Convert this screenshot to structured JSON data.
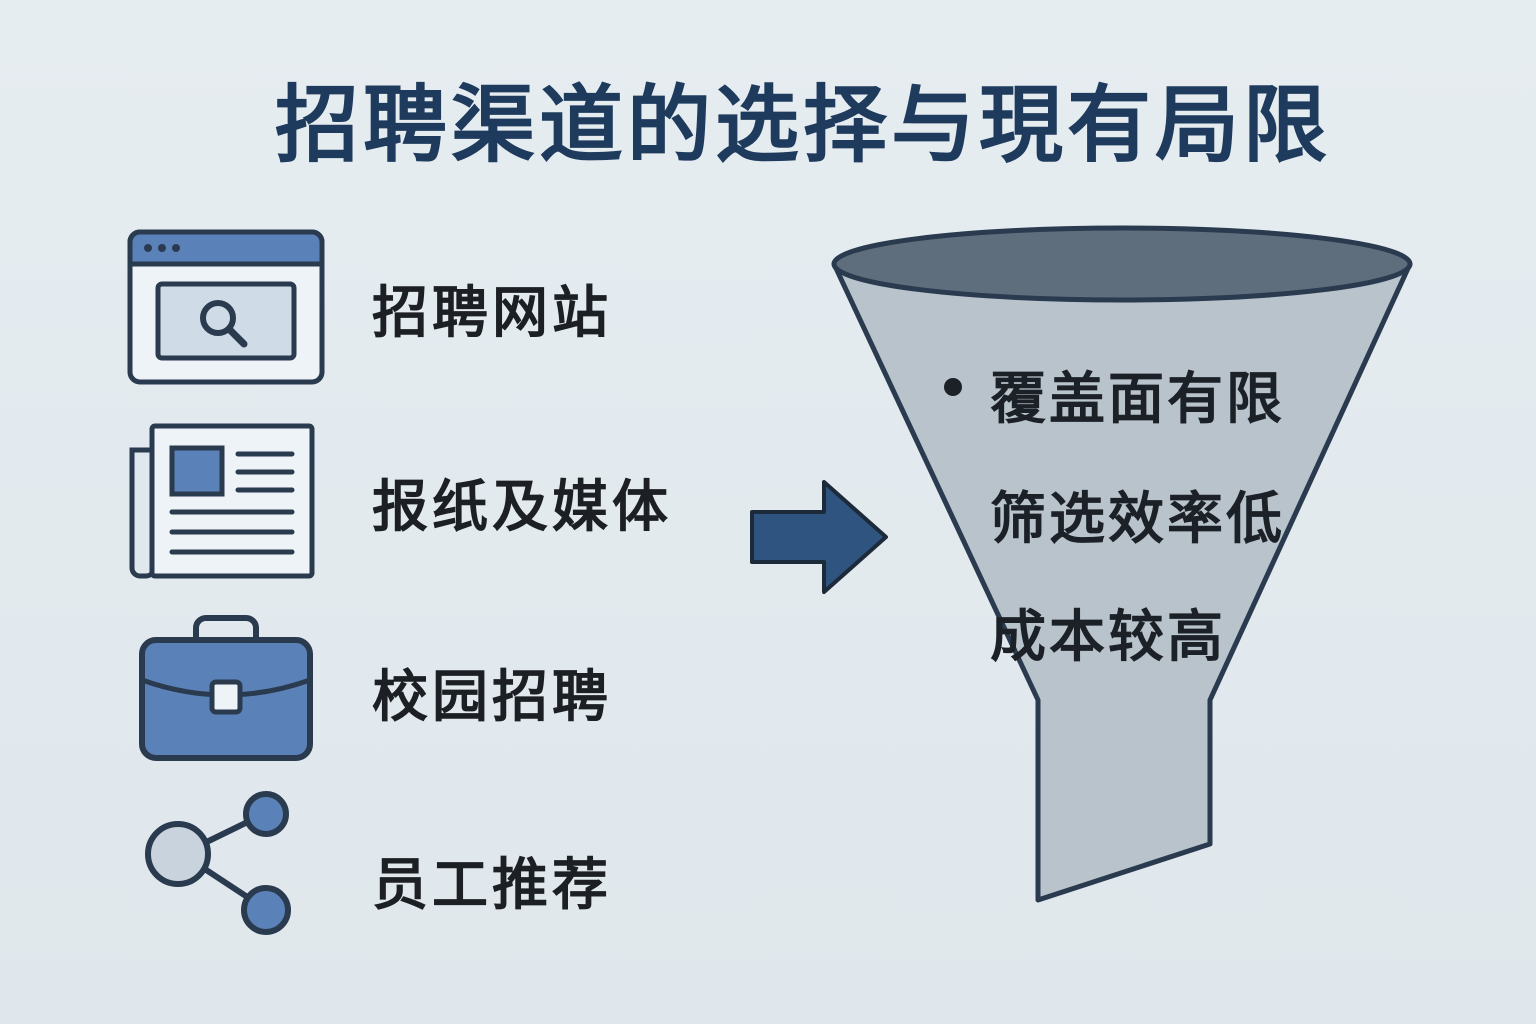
{
  "title": "招聘渠道的选择与現有局限",
  "channels": [
    {
      "label": "招聘网站",
      "icon": "browser-search-icon"
    },
    {
      "label": "报纸及媒体",
      "icon": "newspaper-icon"
    },
    {
      "label": "校园招聘",
      "icon": "briefcase-icon"
    },
    {
      "label": "员工推荐",
      "icon": "share-network-icon"
    }
  ],
  "funnel": {
    "items": [
      "覆盖面有限",
      "筛选效率低",
      "成本较高"
    ]
  },
  "colors": {
    "title": "#1e3a5c",
    "icon_fill": "#5b82b8",
    "icon_stroke": "#2a3a4f",
    "arrow": "#2f5480",
    "funnel_body": "#b9c3cc",
    "funnel_rim": "#5f6e7d"
  }
}
